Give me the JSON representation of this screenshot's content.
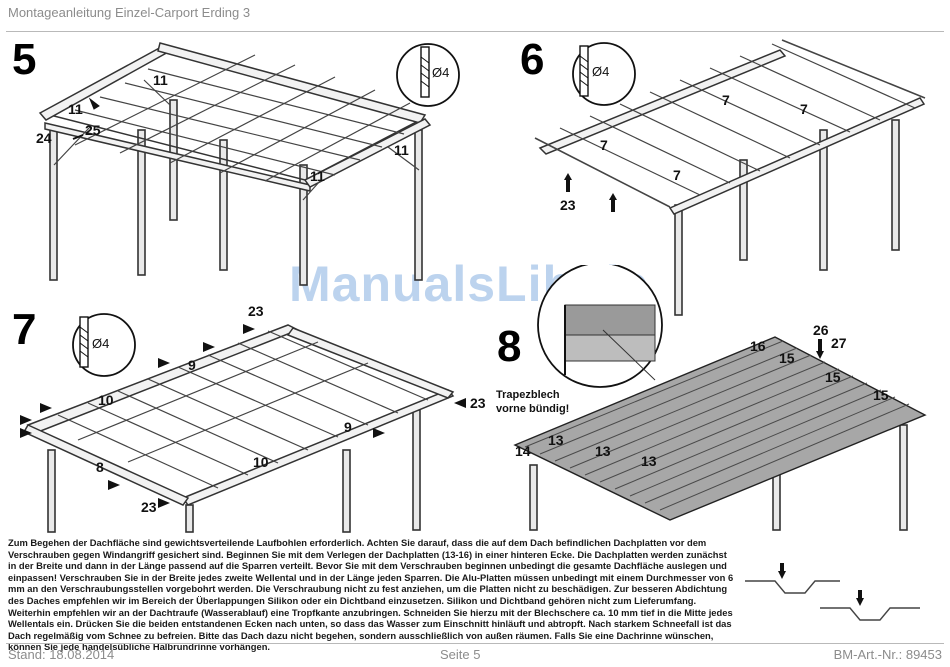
{
  "header": {
    "title": "Montageanleitung Einzel-Carport Erding 3"
  },
  "watermark": "ManualsLib.de",
  "steps": [
    {
      "number": "5",
      "drill": "Ø4",
      "callouts": [
        "11",
        "11",
        "24",
        "25",
        "11",
        "11"
      ]
    },
    {
      "number": "6",
      "drill": "Ø4",
      "callouts": [
        "7",
        "7",
        "7",
        "7",
        "23"
      ]
    },
    {
      "number": "7",
      "drill": "Ø4",
      "callouts": [
        "23",
        "9",
        "10",
        "23",
        "9",
        "8",
        "10",
        "23"
      ]
    },
    {
      "number": "8",
      "callouts": [
        "16",
        "26",
        "27",
        "15",
        "15",
        "15",
        "14",
        "13",
        "13",
        "13"
      ],
      "note_line1": "Trapezblech",
      "note_line2": "vorne bündig!"
    }
  ],
  "instructions": "Zum Begehen der Dachfläche sind gewichtsverteilende Laufbohlen erforderlich. Achten Sie darauf, dass die auf dem Dach befindlichen Dachplatten vor dem Verschrauben gegen Windangriff gesichert sind. Beginnen Sie mit dem Verlegen der Dachplatten (13-16) in einer hinteren Ecke. Die Dachplatten werden zunächst in der Breite und dann in der Länge passend auf die Sparren verteilt. Bevor Sie mit dem Verschrauben beginnen unbedingt die gesamte Dachfläche auslegen und einpassen! Verschrauben Sie in der Breite jedes zweite Wellental und in der Länge jeden Sparren. Die Alu-Platten müssen unbedingt mit einem Durchmesser von 6 mm an den Verschraubungsstellen vorgebohrt werden. Die Verschraubung nicht zu fest anziehen, um die Platten nicht zu beschädigen. Zur besseren Abdichtung des Daches empfehlen wir im Bereich der Überlappungen Silikon oder ein Dichtband einzusetzen. Silikon und Dichtband gehören nicht zum Lieferumfang. Weiterhin empfehlen wir an der Dachtraufe (Wasserablauf) eine Tropfkante anzubringen. Schneiden Sie hierzu mit der Blechschere ca. 10 mm tief in die Mitte jedes Wellentals ein. Drücken Sie die beiden entstandenen Ecken nach unten, so dass das Wasser zum Einschnitt hinläuft und abtropft. Nach starkem Schneefall ist das Dach regelmäßig vom Schnee zu befreien. Bitte das Dach dazu nicht begehen, sondern ausschließlich von außen räumen. Falls Sie eine Dachrinne wünschen, können Sie jede handelsübliche Halbrundrinne vorhängen.",
  "footer": {
    "date": "Stand: 18.08.2014",
    "page": "Seite 5",
    "article": "BM-Art.-Nr.: 89453"
  }
}
